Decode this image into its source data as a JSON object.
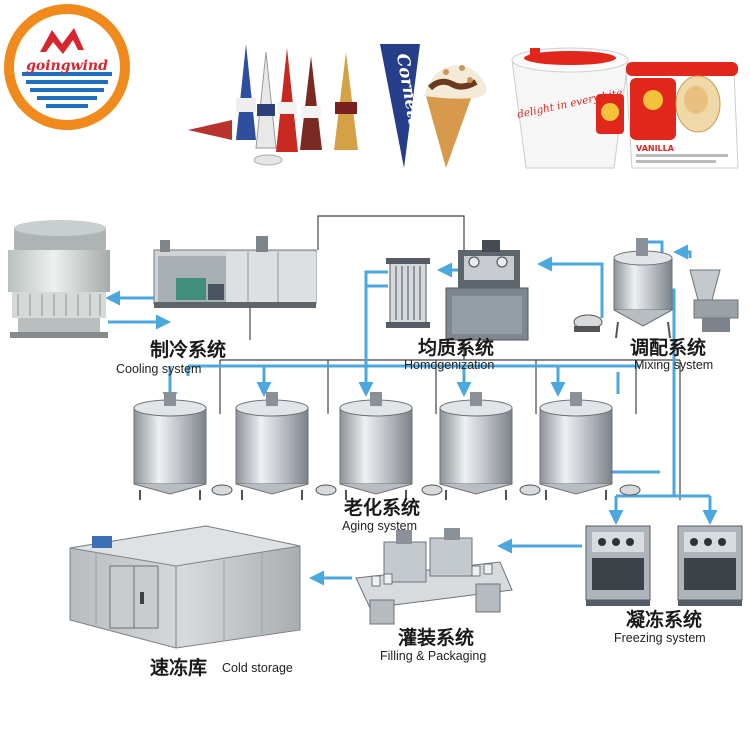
{
  "logo": {
    "text": "goingwind",
    "colors": {
      "ring": "#f08a1c",
      "mark": "#d8262e",
      "stripes": "#1f6fc0"
    }
  },
  "products": {
    "cone_label": "Cornetto",
    "cup_texts": [
      "delight in every bite",
      "VANILLA"
    ]
  },
  "stages": {
    "cooling": {
      "zh": "制冷系统",
      "en": "Cooling system"
    },
    "homog": {
      "zh": "均质系统",
      "en": "Homogenization"
    },
    "mixing": {
      "zh": "调配系统",
      "en": "Mixing system"
    },
    "aging": {
      "zh": "老化系统",
      "en": "Aging system"
    },
    "freezing": {
      "zh": "凝冻系统",
      "en": "Freezing system"
    },
    "filling": {
      "zh": "灌装系统",
      "en": "Filling & Packaging"
    },
    "cold": {
      "zh": "速冻库",
      "en": "Cold storage"
    }
  },
  "colors": {
    "flow": "#4aa8de",
    "steel": "#c9cdd1",
    "frame": "#555c66",
    "water": "#3f8f7a"
  }
}
